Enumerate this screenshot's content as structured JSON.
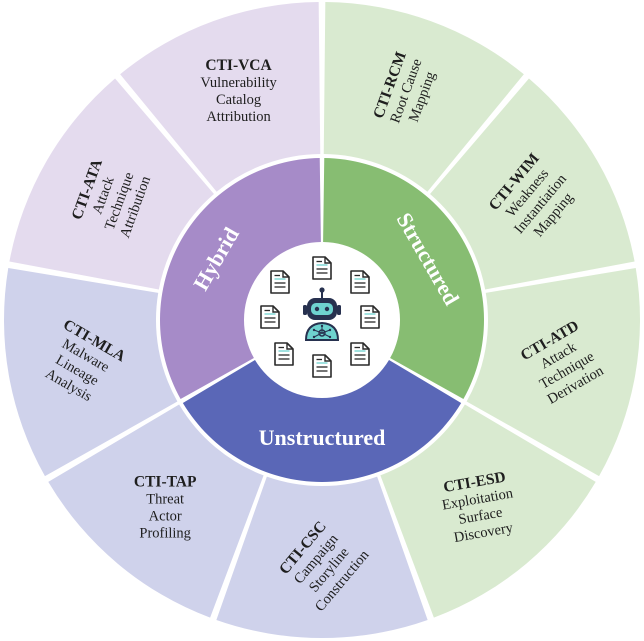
{
  "colors": {
    "hybrid": "#a68bc8",
    "hybrid_light": "#e4dbee",
    "structured": "#87bd72",
    "structured_light": "#d9ead0",
    "unstructured": "#5a67b7",
    "unstructured_light": "#cfd2eb",
    "text": "#1e1e1e",
    "center_doc_stroke": "#2a2a2a",
    "robot_teal": "#6ed2cf",
    "robot_navy": "#27314f"
  },
  "categories": [
    {
      "key": "hybrid",
      "label": "Hybrid"
    },
    {
      "key": "structured",
      "label": "Structured"
    },
    {
      "key": "unstructured",
      "label": "Unstructured"
    }
  ],
  "segments": [
    {
      "id": "rcm",
      "group": "structured",
      "title": "CTI-RCM",
      "lines": [
        "Root Cause",
        "Mapping"
      ]
    },
    {
      "id": "wim",
      "group": "structured",
      "title": "CTI-WIM",
      "lines": [
        "Weakness",
        "Instantiation",
        "Mapping"
      ]
    },
    {
      "id": "atd",
      "group": "structured",
      "title": "CTI-ATD",
      "lines": [
        "Attack",
        "Technique",
        "Derivation"
      ]
    },
    {
      "id": "esd",
      "group": "structured",
      "title": "CTI-ESD",
      "lines": [
        "Exploitation",
        "Surface",
        "Discovery"
      ]
    },
    {
      "id": "csc",
      "group": "unstructured",
      "title": "CTI-CSC",
      "lines": [
        "Campaign",
        "Storyline",
        "Construction"
      ]
    },
    {
      "id": "tap",
      "group": "unstructured",
      "title": "CTI-TAP",
      "lines": [
        "Threat",
        "Actor",
        "Profiling"
      ]
    },
    {
      "id": "mla",
      "group": "unstructured",
      "title": "CTI-MLA",
      "lines": [
        "Malware",
        "Lineage",
        "Analysis"
      ]
    },
    {
      "id": "ata",
      "group": "hybrid",
      "title": "CTI-ATA",
      "lines": [
        "Attack",
        "Technique",
        "Attribution"
      ]
    },
    {
      "id": "vca",
      "group": "hybrid",
      "title": "CTI-VCA",
      "lines": [
        "Vulnerability",
        "Catalog",
        "Attribution"
      ]
    }
  ],
  "center": {
    "icon": "robot-with-documents-icon",
    "doc_icon": "document-icon"
  }
}
